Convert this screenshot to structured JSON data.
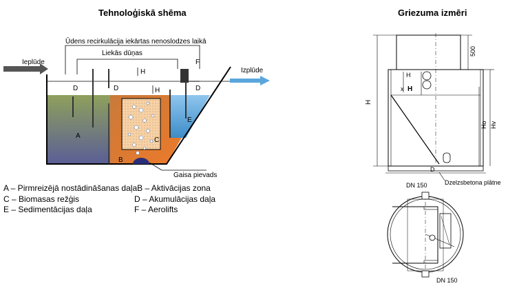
{
  "left_title": "Tehnoloģiskā shēma",
  "right_title": "Griezuma izmēri",
  "schema": {
    "recirculation_label": "Ūdens recirkulācija iekārtas nenoslodzes laikā",
    "sludge_label": "Liekās dūņas",
    "inlet_label": "Ieplūde",
    "outlet_label": "Izplūde",
    "air_label": "Gaisa pievads",
    "h_label": "H",
    "labels": {
      "A": "A",
      "B": "B",
      "C": "C",
      "D": "D",
      "E": "E",
      "F": "F"
    },
    "colors": {
      "zone_a_top": "#8fa05c",
      "zone_a_bottom": "#5a5e96",
      "zone_b": "#ee7a2a",
      "zone_e": "#5aa6dc",
      "grid_fill": "#f4c89a",
      "air_diffuser": "#2a2e7a"
    }
  },
  "legend": [
    [
      "A – Pirmreizējā nostādināšanas daļa",
      "B – Aktivācijas zona"
    ],
    [
      "C – Biomasas režģis",
      "D – Akumulācijas daļa"
    ],
    [
      "E – Sedimentācijas daļa",
      "F – Aerolifts"
    ]
  ],
  "dimensions": {
    "d500": "500",
    "H": "H",
    "h_small": "H",
    "h1": "H",
    "x": "x",
    "ho": "Ho",
    "hv": "Hv",
    "D": "D",
    "dn_top": "DN 150",
    "dn_bottom": "DN 150",
    "plate_label": "Dzelzsbetona plātne"
  }
}
